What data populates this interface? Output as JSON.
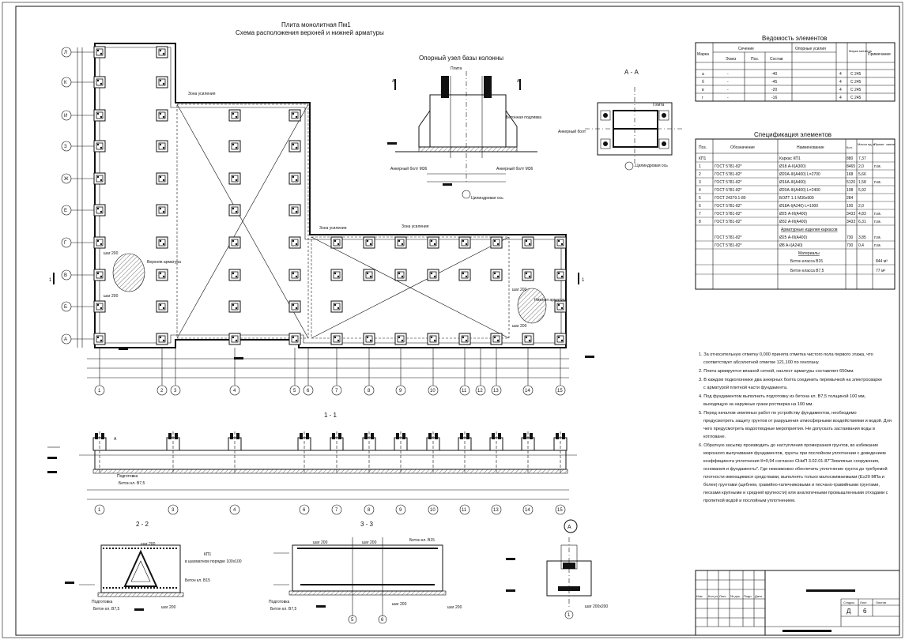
{
  "plan": {
    "title_line1": "Плита монолитная Пм1",
    "title_line2": "Схема расположения верхней и нижней арматуры",
    "axes_rows": [
      "Л",
      "К",
      "И",
      "З",
      "Ж",
      "Е",
      "Г",
      "В",
      "Б",
      "А"
    ],
    "axes_cols": [
      "1",
      "2",
      "3",
      "4",
      "5",
      "6",
      "7",
      "8",
      "9",
      "10",
      "11",
      "12",
      "13",
      "14",
      "15"
    ],
    "zone_label": "Зона усиления",
    "top_rebar": "Верхняя арматура",
    "bottom_rebar": "Нижняя арматура",
    "step_label": "шаг 200",
    "section_mark": "1"
  },
  "node": {
    "title": "Опорный узел базы колонны",
    "label_anchor_left": "Анкерный болт М36",
    "label_anchor_right": "Анкерный болт М36",
    "label_concrete": "Бетонная подливка",
    "label_axis": "Цилиндровая ось",
    "label_top": "Плита",
    "section_mark": "А"
  },
  "section_aa": {
    "title": "А - А",
    "label_bolt": "Анкерный болт",
    "label_axis": "Цилиндровая ось",
    "label_plate": "Плита"
  },
  "vedomost": {
    "title": "Ведомость элементов",
    "headers": [
      "Марка",
      "Сечение",
      "Эскиз",
      "Поз.",
      "Состав",
      "Опорные усилия",
      "Марка металла",
      "Примечание"
    ],
    "rows": [
      {
        "mark": "а",
        "sketch": "-",
        "val": "-40",
        "n": "4",
        "steel": "С 245"
      },
      {
        "mark": "б",
        "sketch": "-",
        "val": "-45",
        "n": "4",
        "steel": "С 245"
      },
      {
        "mark": "в",
        "sketch": "-",
        "val": "-20",
        "n": "4",
        "steel": "С 245"
      },
      {
        "mark": "г",
        "sketch": "-",
        "val": "-16",
        "n": "4",
        "steel": "С 245"
      }
    ]
  },
  "spec": {
    "title": "Спецификация элементов",
    "headers": [
      "Поз.",
      "Обозначение",
      "Наименование",
      "Кол.",
      "Масса ед. кг",
      "Приме- чание"
    ],
    "rows": [
      {
        "pos": "КП1",
        "doc": "",
        "name": "Каркас КП1",
        "qty": "880",
        "mass": "7,37",
        "note": ""
      },
      {
        "pos": "1",
        "doc": "ГОСТ 5781-82*",
        "name": "Ø18 А-II(А300)",
        "qty": "8465",
        "mass": "2,0",
        "note": "п.м."
      },
      {
        "pos": "2",
        "doc": "ГОСТ 5781-82*",
        "name": "Ø20А-III(А400)   L=2700",
        "qty": "168",
        "mass": "5,66",
        "note": ""
      },
      {
        "pos": "3",
        "doc": "ГОСТ 5781-82*",
        "name": "Ø16А-III(А400)",
        "qty": "5120",
        "mass": "1,58",
        "note": "п.м."
      },
      {
        "pos": "4",
        "doc": "ГОСТ 5781-82*",
        "name": "Ø20А-III(А400)   L=2400",
        "qty": "108",
        "mass": "5,92",
        "note": ""
      },
      {
        "pos": "5",
        "doc": "ГОСТ 24379.1-80",
        "name": "БОЛТ 1.1 М36х900",
        "qty": "284",
        "mass": "",
        "note": ""
      },
      {
        "pos": "6",
        "doc": "ГОСТ 5781-82*",
        "name": "Ø18А-I(А240)   L=1000",
        "qty": "100",
        "mass": "2,0",
        "note": ""
      },
      {
        "pos": "7",
        "doc": "ГОСТ 5781-82*",
        "name": "Ø25 А-III(А400)",
        "qty": "3433",
        "mass": "4,83",
        "note": "п.м."
      },
      {
        "pos": "8",
        "doc": "ГОСТ 5781-82*",
        "name": "Ø32 А-III(А400)",
        "qty": "3433",
        "mass": "6,31",
        "note": "п.м."
      }
    ],
    "group_label": "Арматурные изделия каркасов",
    "rows2": [
      {
        "pos": "",
        "doc": "ГОСТ 5781-82*",
        "name": "Ø25 А-III(А400)",
        "qty": "730",
        "mass": "3,85",
        "note": "п.м."
      },
      {
        "pos": "",
        "doc": "ГОСТ 5781-82*",
        "name": "Ø8 А-I(А240)",
        "qty": "730",
        "mass": "0,4",
        "note": "п.м."
      }
    ],
    "materials_label": "Материалы",
    "rows3": [
      {
        "name": "Бетон класса В15",
        "val": "844 м³"
      },
      {
        "name": "Бетон класса В7,5",
        "val": "77 м³"
      }
    ]
  },
  "notes": [
    "1. За относительную отметку 0,000 принята отметка чистого пола первого этажа, что соответствует абсолютной отметке 121,100 по генплану.",
    "2. Плита армируется вязаной сеткой, нахлест арматуры составляет 650мм.",
    "3. В каждом подколоннике два анкерных болта соединить перемычкой на электросварке с арматурой плитной части фундамента.",
    "4. Под фундаментом выполнить подготовку из бетона кл. В7,5 толщиной 100 мм, выходящую за наружные грани ростверка на 100 мм.",
    "5. Перед началом земляных работ по устройству фундаментов, необходимо предусмотреть защиту грунтов от разрушения атмосферными воздействиями и водой. Для чего предусмотреть водоотводные мероприятия. Не допускать застаивания воды в котловане.",
    "6. Обратную засыпку производить до наступления промерзания грунтов, во избежание морозного выпучивания фундаментов, грунты при послойном уплотнении с доведением коэффициента уплотнения К=0,94 согласно СНиП 3.02.01-87\"Земляные сооружения, основания и фундаменты\". Где невозможно обеспечить уплотнение грунта до требуемой плотности имеющимися средствами, выполнять только малосжимаемыми (Е≥20 МПа и более) грунтами (щебнем, гравийно-галечниковыми и песчано-гравийными грунтами, песками крупными и средней крупности) или аналогичными промышленными отходами с пропиткой водой и послойным уплотнением."
  ],
  "section11": {
    "title": "1 - 1",
    "label_prep": "Подготовка",
    "label_concrete": "Бетон кл. В7,5",
    "mark": "А"
  },
  "section22": {
    "title": "2 - 2",
    "label_kp": "КП1",
    "label_kp2": "в шахматном порядке 100х100",
    "label_b15": "Бетон кл. В15",
    "label_prep": "Подготовка",
    "label_b75": "Бетон кл. В7,5",
    "step": "шаг 200"
  },
  "section33": {
    "title": "3 - 3",
    "label_b15": "Бетон кл. В15",
    "label_prep": "Подготовка",
    "label_b75": "Бетон кл. В7,5",
    "step": "шаг 200"
  },
  "detailA": {
    "mark": "А",
    "step": "шаг 200х200"
  },
  "stamp": {
    "headers": [
      "Изм.",
      "Кол.уч",
      "Лист",
      "№ док.",
      "Подп.",
      "Дата"
    ],
    "stage_label": "Стадия",
    "sheet_label": "Лист",
    "sheets_label": "Листов",
    "stage": "Д",
    "sheet": "6"
  }
}
